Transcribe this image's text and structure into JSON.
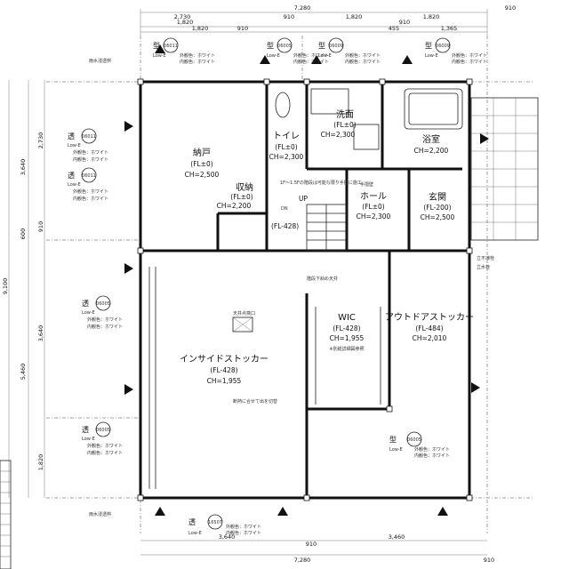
{
  "dims": {
    "top_total": "7,280",
    "top_right": "910",
    "top_row": [
      "1,820",
      "2,730",
      "910",
      "1,820",
      "910",
      "1,820"
    ],
    "top_row3": [
      "1,820",
      "910",
      "455",
      "1,365"
    ],
    "left": [
      "2,730",
      "3,640",
      "910",
      "600",
      "9,100",
      "3,640",
      "5,460",
      "1,820"
    ],
    "bottom_row": [
      "3,640",
      "3,460"
    ],
    "bottom_total": "7,280",
    "bottom_sub": [
      "910",
      "910"
    ]
  },
  "rooms": [
    {
      "name": "納戸",
      "fl": "(FL±0)",
      "ch": "CH=2,500"
    },
    {
      "name": "トイレ",
      "fl": "(FL±0)",
      "ch": "CH=2,300"
    },
    {
      "name": "洗面",
      "fl": "(FL±0)",
      "ch": "CH=2,300"
    },
    {
      "name": "浴室",
      "fl": "",
      "ch": "CH=2,200"
    },
    {
      "name": "収納",
      "fl": "(FL±0)",
      "ch": "CH=2,200"
    },
    {
      "name": "ホール",
      "fl": "(FL±0)",
      "ch": "CH=2,300"
    },
    {
      "name": "玄関",
      "fl": "(FL-200)",
      "ch": "CH=2,500"
    },
    {
      "name": "WIC",
      "fl": "(FL-428)",
      "ch": "CH=1,955"
    },
    {
      "name": "アウトドアストッカー",
      "fl": "(FL-484)",
      "ch": "CH=2,010"
    },
    {
      "name": "インサイドストッカー",
      "fl": "(FL-428)",
      "ch": "CH=1,955"
    }
  ],
  "windows": [
    {
      "kind": "型",
      "code": "06011",
      "glass": "Low-E",
      "ext": "外観色：ホワイト",
      "int": "内観色：ホワイト"
    },
    {
      "kind": "型",
      "code": "06005",
      "glass": "Low-E",
      "ext": "外観色：ホワイト",
      "int": "内観色：ホワイト"
    },
    {
      "kind": "型",
      "code": "06009",
      "glass": "Low-E",
      "ext": "外観色：ホワイト",
      "int": "内観色：ホワイト"
    },
    {
      "kind": "型",
      "code": "06009",
      "glass": "Low-E",
      "ext": "外観色：ホワイト",
      "int": "内観色：ホワイト"
    },
    {
      "kind": "透",
      "code": "06011",
      "glass": "Low-E",
      "ext": "外観色：ホワイト",
      "int": "内観色：ホワイト"
    },
    {
      "kind": "透",
      "code": "06011",
      "glass": "Low-E",
      "ext": "外観色：ホワイト",
      "int": "内観色：ホワイト"
    },
    {
      "kind": "透",
      "code": "06005",
      "glass": "Low-E",
      "ext": "外観色：ホワイト",
      "int": "内観色：ホワイト"
    },
    {
      "kind": "透",
      "code": "06005",
      "glass": "Low-E",
      "ext": "外観色：ホワイト",
      "int": "内観色：ホワイト"
    },
    {
      "kind": "型",
      "code": "06005",
      "glass": "Low-E",
      "ext": "外観色：ホワイト",
      "int": "内観色：ホワイト"
    },
    {
      "kind": "透",
      "code": "16507",
      "glass": "Low-E",
      "ext": "外観色：ホワイト",
      "int": "内観色：ホワイト"
    }
  ],
  "notes": {
    "stair": "1F～1.5Fの階段は可能な限り手摺に施工",
    "handrail": "手摺壁",
    "up": "UP",
    "dn": "DN",
    "fl428": "(FL-428)",
    "faucet": "立水栓",
    "frozen": "立不凍栓",
    "drain": "雨水浸透桝",
    "ceiling": "階段下斜め天井",
    "shelf_note": "※別紙詳細図参照",
    "floor_note": "断熱に合せて出を切替",
    "vent": "天井点検口"
  }
}
